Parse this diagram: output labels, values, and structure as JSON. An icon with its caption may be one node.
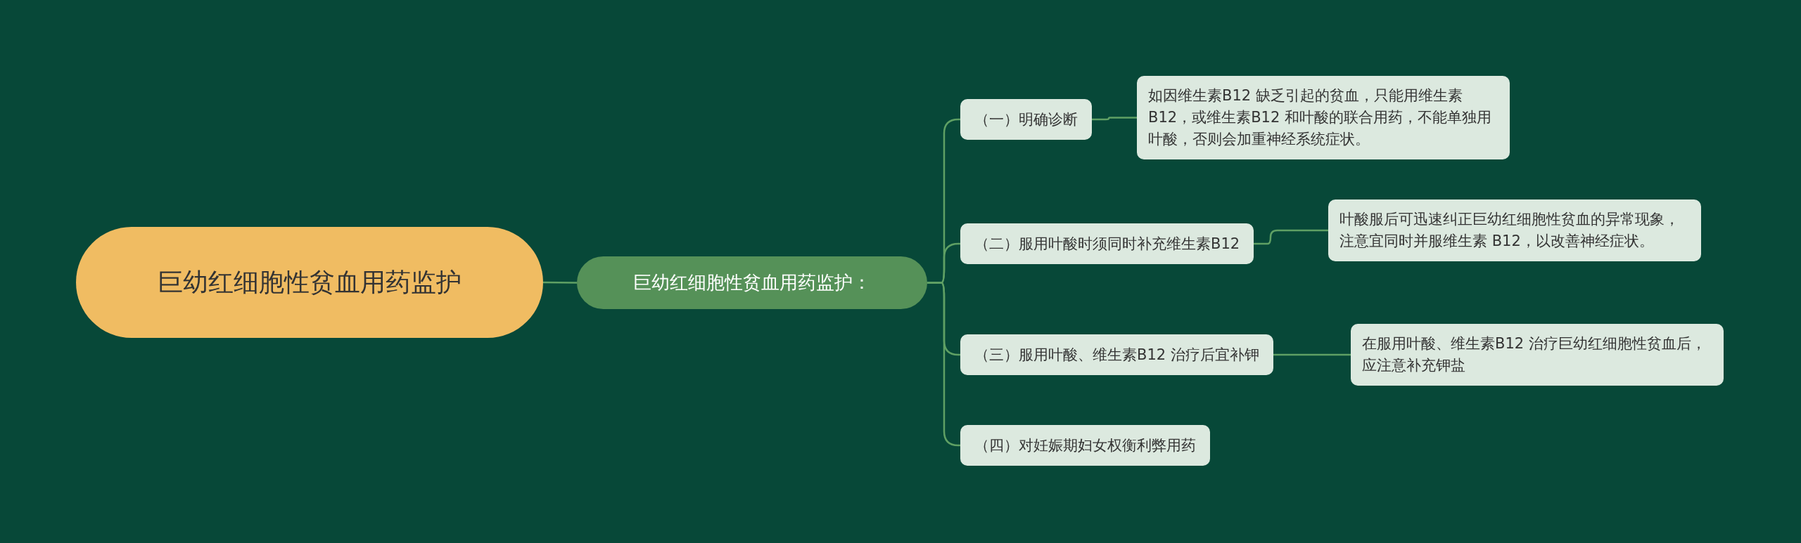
{
  "diagram": {
    "nodes": [
      {
        "text": [
          "巨幼红细胞性贫血用药监护"
        ]
      },
      {
        "text": [
          "巨幼红细胞性贫血用药监护："
        ]
      },
      {
        "text": [
          "（一）明确诊断"
        ]
      },
      {
        "text": [
          "如因维生素B12 缺乏引起的贫血，只能用维生素B12，或维生素B12 和叶酸的联合用药，不能单独用叶酸，否则会加重神经系统症状。"
        ]
      },
      {
        "text": [
          "（二）服用叶酸时须同时补充维生素B12"
        ]
      },
      {
        "text": [
          "叶酸服后可迅速纠正巨幼红细胞性贫血的异常现象，注意宜同时并服维生素 B12，以改善神经症状。"
        ]
      },
      {
        "text": [
          "（三）服用叶酸、维生素B12 治疗后宜补钾"
        ]
      },
      {
        "text": [
          "在服用叶酸、维生素B12 治疗巨幼红细胞性贫血后，应注意补充钾盐"
        ]
      },
      {
        "text": [
          "（四）对妊娠期妇女权衡利弊用药"
        ]
      }
    ],
    "edges": [
      {
        "from": 0,
        "to": 1,
        "arrow": "none"
      },
      {
        "from": 1,
        "to": 2,
        "arrow": "none"
      },
      {
        "from": 1,
        "to": 4,
        "arrow": "none"
      },
      {
        "from": 1,
        "to": 6,
        "arrow": "none"
      },
      {
        "from": 1,
        "to": 8,
        "arrow": "none"
      },
      {
        "from": 2,
        "to": 3,
        "arrow": "none"
      },
      {
        "from": 4,
        "to": 5,
        "arrow": "none"
      },
      {
        "from": 6,
        "to": 7,
        "arrow": "none"
      }
    ]
  }
}
